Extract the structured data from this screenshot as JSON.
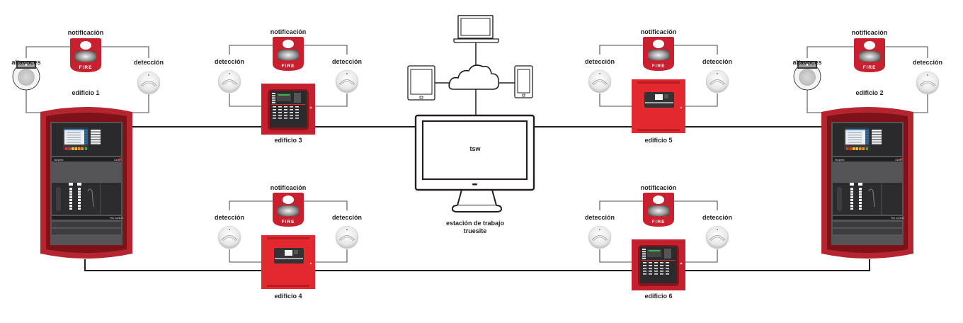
{
  "diagram": {
    "title": "",
    "colors": {
      "line": "#231f20",
      "thin_line": "#4d4d4f",
      "fire_red": "#c8202f",
      "panel_red": "#e3282f",
      "panel_dark": "#2e2e30",
      "enclosure_red": "#b52530"
    },
    "workstation": {
      "screen_label": "tsw",
      "caption_line1": "estación de trabajo",
      "caption_line2": "truesite",
      "remote_devices": [
        "laptop-icon",
        "tablet-icon",
        "cloud-icon",
        "smartphone-icon"
      ]
    },
    "buildings": [
      {
        "id": "edificio-1",
        "label": "edificio 1",
        "panel_type": "large-enclosure",
        "panel_texts": {
          "brand": "Simplex",
          "model": "4100",
          "footer": "Fire Control"
        },
        "devices": [
          {
            "type": "speaker",
            "label": "altavoces"
          },
          {
            "type": "strobe",
            "label": "notificación",
            "strobe_text": "FIRE"
          },
          {
            "type": "detector",
            "label": "detección"
          }
        ]
      },
      {
        "id": "edificio-2",
        "label": "edificio 2",
        "panel_type": "large-enclosure",
        "panel_texts": {
          "brand": "Simplex",
          "model": "4100",
          "footer": "Fire Control"
        },
        "devices": [
          {
            "type": "speaker",
            "label": "altavoces"
          },
          {
            "type": "strobe",
            "label": "notificación",
            "strobe_text": "FIRE"
          },
          {
            "type": "detector",
            "label": "detección"
          }
        ]
      },
      {
        "id": "edificio-3",
        "label": "edificio 3",
        "panel_type": "mid-panel",
        "devices": [
          {
            "type": "detector",
            "label": "detección"
          },
          {
            "type": "strobe",
            "label": "notificación",
            "strobe_text": "FIRE"
          },
          {
            "type": "detector",
            "label": "detección"
          }
        ]
      },
      {
        "id": "edificio-4",
        "label": "edificio 4",
        "panel_type": "compact-panel",
        "devices": [
          {
            "type": "detector",
            "label": "detección"
          },
          {
            "type": "strobe",
            "label": "notificación",
            "strobe_text": "FIRE"
          },
          {
            "type": "detector",
            "label": "detección"
          }
        ]
      },
      {
        "id": "edificio-5",
        "label": "edificio 5",
        "panel_type": "compact-panel",
        "devices": [
          {
            "type": "detector",
            "label": "detección"
          },
          {
            "type": "strobe",
            "label": "notificación",
            "strobe_text": "FIRE"
          },
          {
            "type": "detector",
            "label": "detección"
          }
        ]
      },
      {
        "id": "edificio-6",
        "label": "edificio 6",
        "panel_type": "mid-panel",
        "devices": [
          {
            "type": "detector",
            "label": "detección"
          },
          {
            "type": "strobe",
            "label": "notificación",
            "strobe_text": "FIRE"
          },
          {
            "type": "detector",
            "label": "detección"
          }
        ]
      }
    ],
    "connections": [
      [
        "edificio-1",
        "edificio-3"
      ],
      [
        "edificio-3",
        "tsw"
      ],
      [
        "tsw",
        "edificio-5"
      ],
      [
        "edificio-5",
        "edificio-2"
      ],
      [
        "edificio-1",
        "edificio-4"
      ],
      [
        "edificio-4",
        "edificio-6"
      ],
      [
        "edificio-6",
        "edificio-2"
      ]
    ]
  }
}
